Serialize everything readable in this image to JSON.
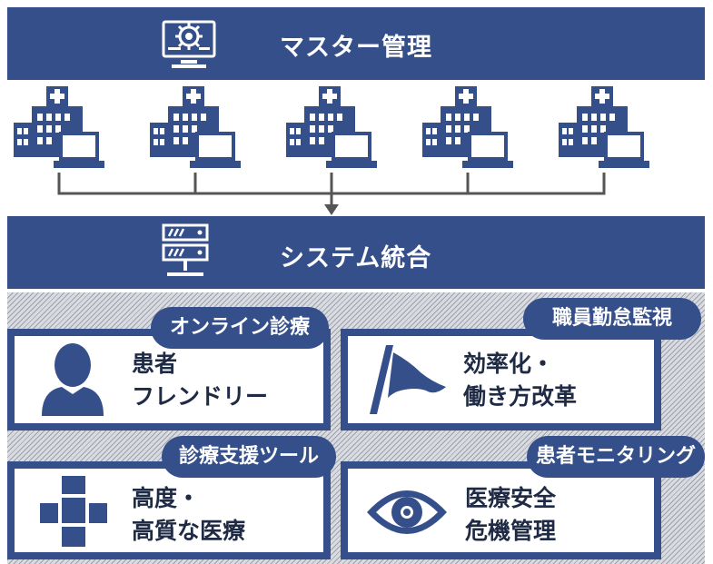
{
  "master": {
    "title": "マスター管理",
    "icon": "monitor-gear-icon"
  },
  "system": {
    "title": "システム統合",
    "icon": "server-icon"
  },
  "facilities": {
    "count": 5,
    "icon": "hospital-with-laptop-icon"
  },
  "colors": {
    "primary": "#344f8a",
    "white": "#ffffff",
    "text": "#1f2a44",
    "connector": "#555555"
  },
  "cards": [
    {
      "tag": "オンライン診療",
      "line1": "患者",
      "line2": "フレンドリー",
      "icon": "person-icon"
    },
    {
      "tag": "職員勤怠監視",
      "line1": "効率化・",
      "line2": "働き方改革",
      "icon": "flag-icon"
    },
    {
      "tag": "診療支援ツール",
      "line1": "高度・",
      "line2": "高質な医療",
      "icon": "medical-cross-icon"
    },
    {
      "tag": "患者モニタリング",
      "line1": "医療安全",
      "line2": "危機管理",
      "icon": "eye-icon"
    }
  ]
}
